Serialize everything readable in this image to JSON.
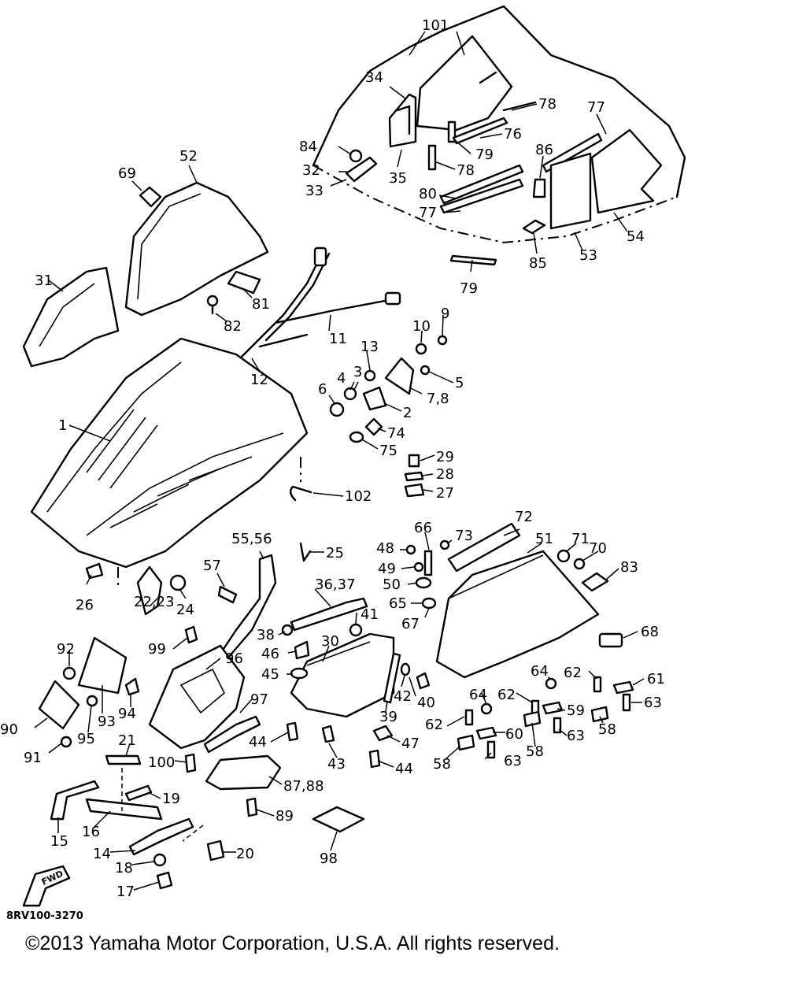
{
  "diagram": {
    "code": "8RV100-3270",
    "copyright": "©2013 Yamaha Motor Corporation, U.S.A. All rights reserved.",
    "callouts": [
      "101",
      "34",
      "78",
      "77",
      "84",
      "76",
      "86",
      "32",
      "79",
      "33",
      "35",
      "78",
      "80",
      "77",
      "53",
      "54",
      "85",
      "79",
      "69",
      "52",
      "31",
      "81",
      "82",
      "11",
      "9",
      "10",
      "13",
      "3",
      "5",
      "4",
      "6",
      "7,8",
      "2",
      "12",
      "1",
      "74",
      "75",
      "29",
      "28",
      "27",
      "102",
      "66",
      "72",
      "48",
      "73",
      "71",
      "70",
      "55,56",
      "25",
      "51",
      "83",
      "49",
      "57",
      "50",
      "36,37",
      "26",
      "65",
      "22,23",
      "24",
      "67",
      "41",
      "38",
      "68",
      "99",
      "46",
      "30",
      "92",
      "96",
      "45",
      "64",
      "62",
      "61",
      "40",
      "42",
      "63",
      "94",
      "97",
      "64",
      "62",
      "59",
      "93",
      "39",
      "58",
      "90",
      "95",
      "62",
      "60",
      "63",
      "58",
      "44",
      "47",
      "91",
      "43",
      "63",
      "58",
      "44",
      "21",
      "100",
      "87,88",
      "19",
      "89",
      "15",
      "16",
      "98",
      "20",
      "14",
      "18",
      "17"
    ]
  }
}
